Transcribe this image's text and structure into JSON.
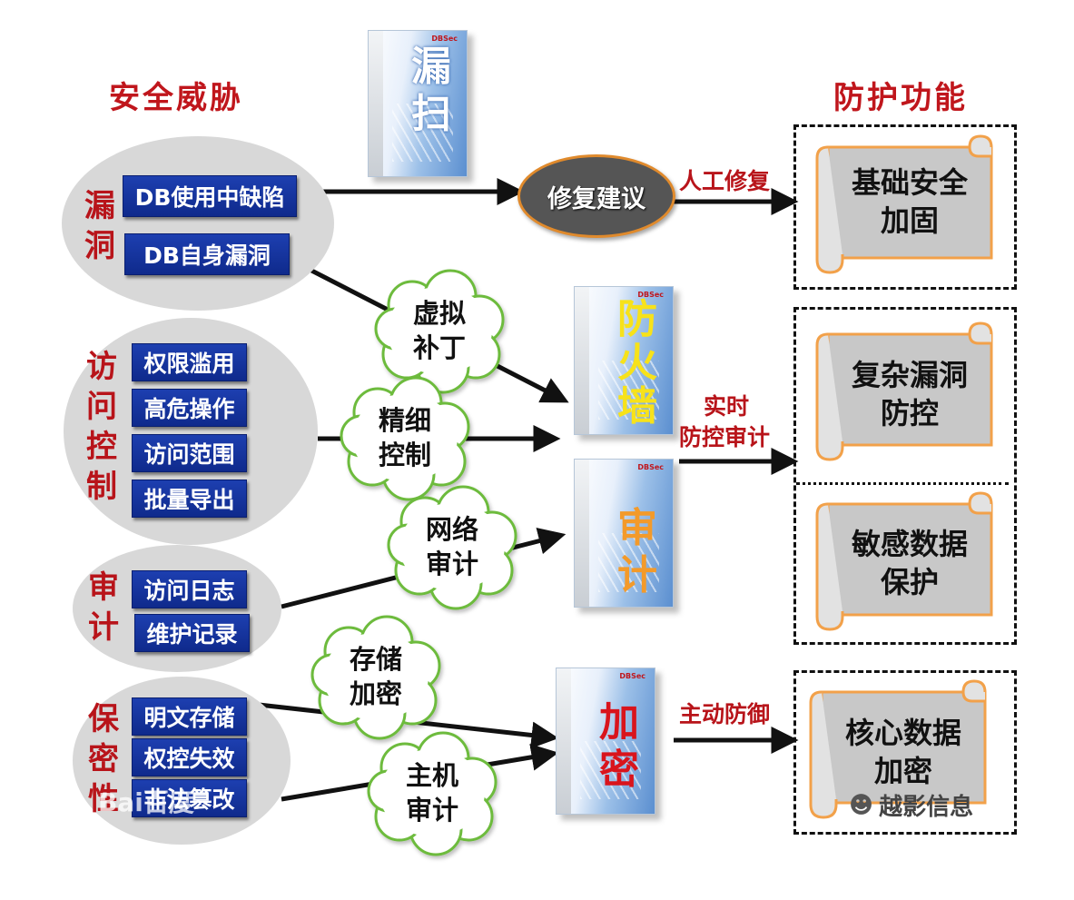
{
  "headers": {
    "left": "安全威胁",
    "right": "防护功能"
  },
  "groups": [
    {
      "label": "漏洞",
      "items": [
        "DB使用中缺陷",
        "DB自身漏洞"
      ]
    },
    {
      "label": "访问控制",
      "items": [
        "权限滥用",
        "高危操作",
        "访问范围",
        "批量导出"
      ]
    },
    {
      "label": "审计",
      "items": [
        "访问日志",
        "维护记录"
      ]
    },
    {
      "label": "保密性",
      "items": [
        "明文存储",
        "权控失效",
        "非法篡改"
      ]
    }
  ],
  "products": [
    {
      "name": "漏扫",
      "char1": "漏",
      "char2": "扫"
    },
    {
      "name": "防火墙",
      "char1": "防",
      "char2": "火",
      "char3": "墙"
    },
    {
      "name": "审计",
      "char1": "审",
      "char2": "计"
    },
    {
      "name": "加密",
      "char1": "加",
      "char2": "密"
    }
  ],
  "repair_node": "修复建议",
  "clouds": [
    {
      "line1": "虚拟",
      "line2": "补丁"
    },
    {
      "line1": "精细",
      "line2": "控制"
    },
    {
      "line1": "网络",
      "line2": "审计"
    },
    {
      "line1": "存储",
      "line2": "加密"
    },
    {
      "line1": "主机",
      "line2": "审计"
    }
  ],
  "arrow_labels": {
    "manual": "人工修复",
    "realtime_1": "实时",
    "realtime_2": "防控审计",
    "active": "主动防御"
  },
  "functions": [
    {
      "line1": "基础安全",
      "line2": "加固"
    },
    {
      "line1": "复杂漏洞",
      "line2": "防控"
    },
    {
      "line1": "敏感数据",
      "line2": "保护"
    },
    {
      "line1": "核心数据",
      "line2": "加密"
    }
  ],
  "watermark": {
    "left": "Bai百度",
    "right": "越影信息"
  },
  "colors": {
    "header_red": "#c0161c",
    "box_blue": "#1d3fb0",
    "scroll_orange": "#f2a14a",
    "ellipse_gray": "#d8d8d8"
  }
}
